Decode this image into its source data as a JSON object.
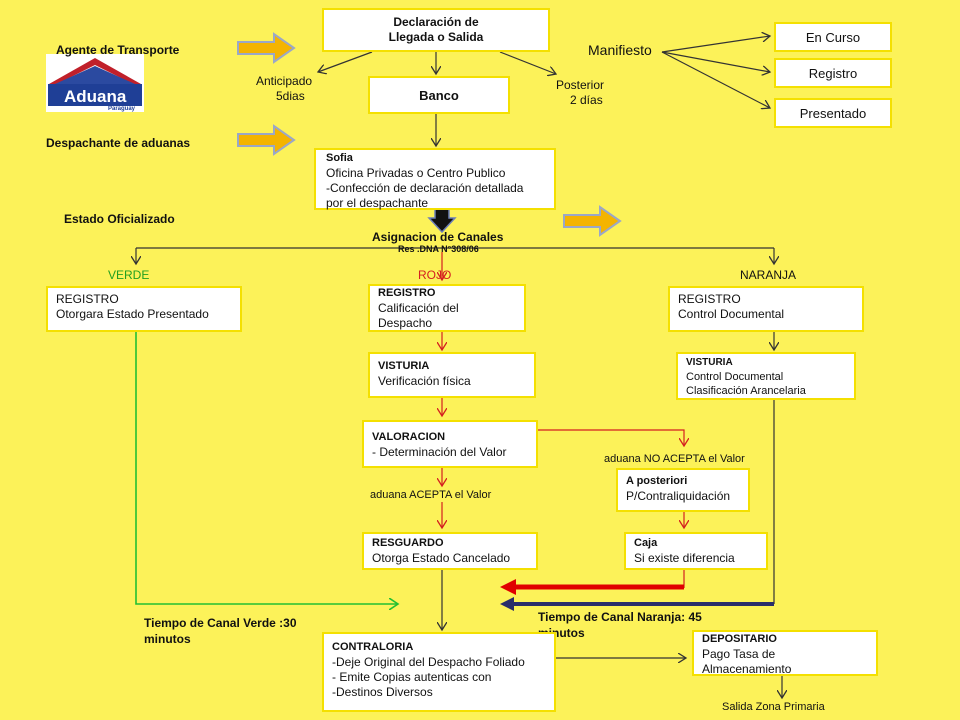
{
  "top": {
    "declaracion": [
      "Declaración de",
      "Llegada o Salida"
    ],
    "banco": "Banco",
    "anticipado": [
      "Anticipado",
      "5dias"
    ],
    "posterior": [
      "Posterior",
      "2 días"
    ]
  },
  "left": {
    "agente": "Agente de Transporte",
    "logo_text": "Aduana",
    "logo_sub": "Paraguay",
    "despachante": "Despachante de aduanas",
    "estado": "Estado Oficializado"
  },
  "manifiesto": {
    "label": "Manifiesto",
    "states": [
      "En Curso",
      "Registro",
      "Presentado"
    ]
  },
  "sofia": {
    "title": "Sofia",
    "lines": [
      "Oficina Privadas o Centro Publico",
      "-Confección de declaración detallada",
      "por el despachante"
    ]
  },
  "asignacion": {
    "title": "Asignacion de Canales",
    "sub": "Res .DNA N°308/06"
  },
  "channels": {
    "verde": "VERDE",
    "rojo": "ROJO",
    "naranja": "NARANJA"
  },
  "verde": {
    "title": "REGISTRO",
    "line": "Otorgara Estado Presentado"
  },
  "rojo": {
    "registro": {
      "title": "REGISTRO",
      "lines": [
        "Calificación del",
        "Despacho"
      ]
    },
    "visturia": {
      "title": "VISTURIA",
      "line": "Verificación física"
    },
    "valoracion": {
      "title": "VALORACION",
      "line": "- Determinación del Valor"
    },
    "acepta": "aduana  ACEPTA el  Valor",
    "resguardo": {
      "title": "RESGUARDO",
      "line": "Otorga Estado Cancelado"
    }
  },
  "naranja": {
    "registro": {
      "title": "REGISTRO",
      "line": "Control Documental"
    },
    "visturia": {
      "title": "VISTURIA",
      "lines": [
        "Control Documental",
        "Clasificación Arancelaria"
      ]
    },
    "no_acepta": "aduana  NO ACEPTA el  Valor",
    "aposteriori": {
      "title": "A posteriori",
      "line": "P/Contraliquidación"
    },
    "caja": {
      "title": "Caja",
      "line": "Si existe diferencia"
    }
  },
  "tiempos": {
    "verde": [
      "Tiempo de Canal Verde :30",
      "minutos"
    ],
    "naranja": [
      "Tiempo de Canal Naranja:  45",
      "minutos"
    ]
  },
  "contraloria": {
    "title": "CONTRALORIA",
    "lines": [
      "-Deje Original del Despacho Foliado",
      "- Emite Copias autenticas con",
      "-Destinos Diversos"
    ]
  },
  "depositario": {
    "title": "DEPOSITARIO",
    "lines": [
      "Pago Tasa de",
      "Almacenamiento"
    ]
  },
  "salida": "Salida  Zona  Primaria",
  "colors": {
    "background": "#fcf259",
    "box_border": "#f4e000",
    "red": "#d42020",
    "green": "#22c032",
    "navy": "#2a2e6a",
    "block_arrow": "#f4b400"
  }
}
